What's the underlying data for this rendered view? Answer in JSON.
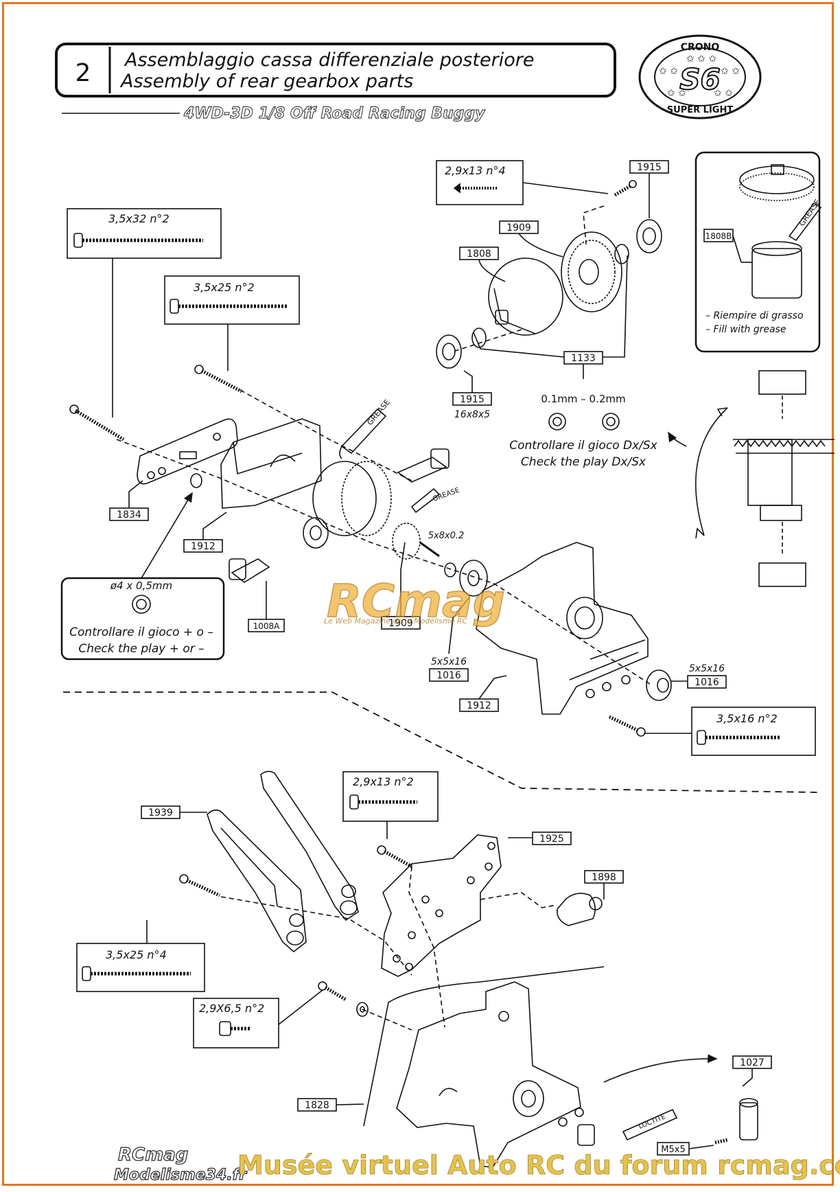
{
  "header": {
    "step_number": "2",
    "title_it": "Assemblaggio cassa differenziale posteriore",
    "title_en": "Assembly of rear gearbox parts",
    "subtitle": "4WD-3D 1/8 Off Road Racing Buggy"
  },
  "logo": {
    "top": "CRONO",
    "center": "S6",
    "bottom": "SUPER LIGHT"
  },
  "screws": {
    "s1": "2,9x13 n°4",
    "s2": "3,5x32 n°2",
    "s3": "3,5x25 n°2",
    "s4": "3,5x16 n°2",
    "s5": "2,9x13 n°2",
    "s6": "3,5x25 n°4",
    "s7": "2,9X6,5 n°2"
  },
  "parts": {
    "p1915a": "1915",
    "p1909a": "1909",
    "p1808": "1808",
    "p1133": "1133",
    "p1915b": "1915",
    "p1915b_size": "16x8x5",
    "p1834": "1834",
    "p1912a": "1912",
    "p1008a": "1008A",
    "p1909b": "1909",
    "p1016a": "1016",
    "p1016a_size": "5x5x16",
    "p1912b": "1912",
    "p1016b": "1016",
    "p1016b_size": "5x5x16",
    "p1939": "1939",
    "p1925": "1925",
    "p1898": "1898",
    "p1828": "1828",
    "p1027": "1027",
    "p_m5": "M5x5"
  },
  "inset": {
    "part": "1808B",
    "grease": "GREASE",
    "line_it": "– Riempire di grasso",
    "line_en": "– Fill with grease"
  },
  "shims": {
    "sizes": "0.1mm  –  0.2mm",
    "check_it": "Controllare il gioco Dx/Sx",
    "check_en": "Check the play Dx/Sx"
  },
  "washer_box": {
    "size": "ø4 x 0,5mm",
    "check_it": "Controllare il gioco + o –",
    "check_en": "Check the play + or –"
  },
  "labels": {
    "grease1": "GREASE",
    "grease2": "GREASE",
    "loctite": "LOCTITE",
    "spacer": "5x8x0.2"
  },
  "watermark": {
    "brand": "RCmag",
    "tagline": "Le Web Magazine de la Modélisme RC"
  },
  "footer": {
    "brand1": "RCmag",
    "brand2": "Modelisme34.fr",
    "caption": "Musée virtuel Auto RC du forum rcmag.com"
  },
  "colors": {
    "frame": "#e8751a",
    "footer_text": "#e6c24a",
    "watermark": "#f2b23c"
  }
}
